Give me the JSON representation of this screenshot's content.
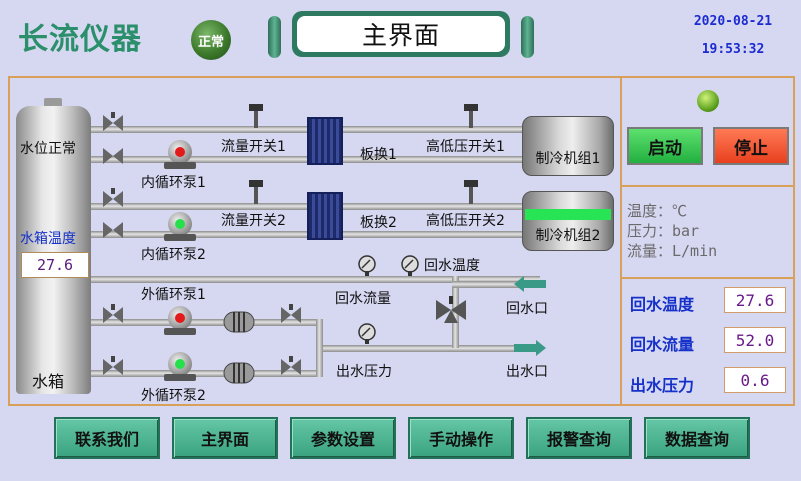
{
  "header": {
    "brand": "长流仪器",
    "status": "正常",
    "title": "主界面",
    "date": "2020-08-21",
    "time": "19:53:32"
  },
  "tank": {
    "level_label": "水位正常",
    "temp_label": "水箱温度",
    "temp_value": "27.6",
    "name": "水箱"
  },
  "diagram": {
    "pump_inner_1": "内循环泵1",
    "pump_inner_2": "内循环泵2",
    "pump_outer_1": "外循环泵1",
    "pump_outer_2": "外循环泵2",
    "flow_switch_1": "流量开关1",
    "flow_switch_2": "流量开关2",
    "plate_1": "板换1",
    "plate_2": "板换2",
    "hl_switch_1": "高低压开关1",
    "hl_switch_2": "高低压开关2",
    "chiller_1": "制冷机组1",
    "chiller_2": "制冷机组2",
    "return_temp": "回水温度",
    "return_flow": "回水流量",
    "outlet_pressure": "出水压力",
    "return_port": "回水口",
    "outlet_port": "出水口"
  },
  "controls": {
    "start": "启动",
    "stop": "停止"
  },
  "units": {
    "temp": "温度：℃",
    "pressure": "压力：bar",
    "flow": "流量：L/min"
  },
  "measurements": [
    {
      "label": "回水温度",
      "value": "27.6"
    },
    {
      "label": "回水流量",
      "value": "52.0"
    },
    {
      "label": "出水压力",
      "value": "0.6"
    }
  ],
  "nav": [
    "联系我们",
    "主界面",
    "参数设置",
    "手动操作",
    "报警查询",
    "数据查询"
  ],
  "colors": {
    "background": "#d6d7f1",
    "accent_green": "#2a8f6a",
    "frame": "#d9a05a",
    "running_green": "#27e455",
    "alarm_red": "#e8401e",
    "value_purple": "#6a1a8a",
    "label_blue": "#1531c9"
  },
  "pump_states": {
    "inner_1": "stopped",
    "inner_2": "running",
    "outer_1": "stopped",
    "outer_2": "running"
  }
}
